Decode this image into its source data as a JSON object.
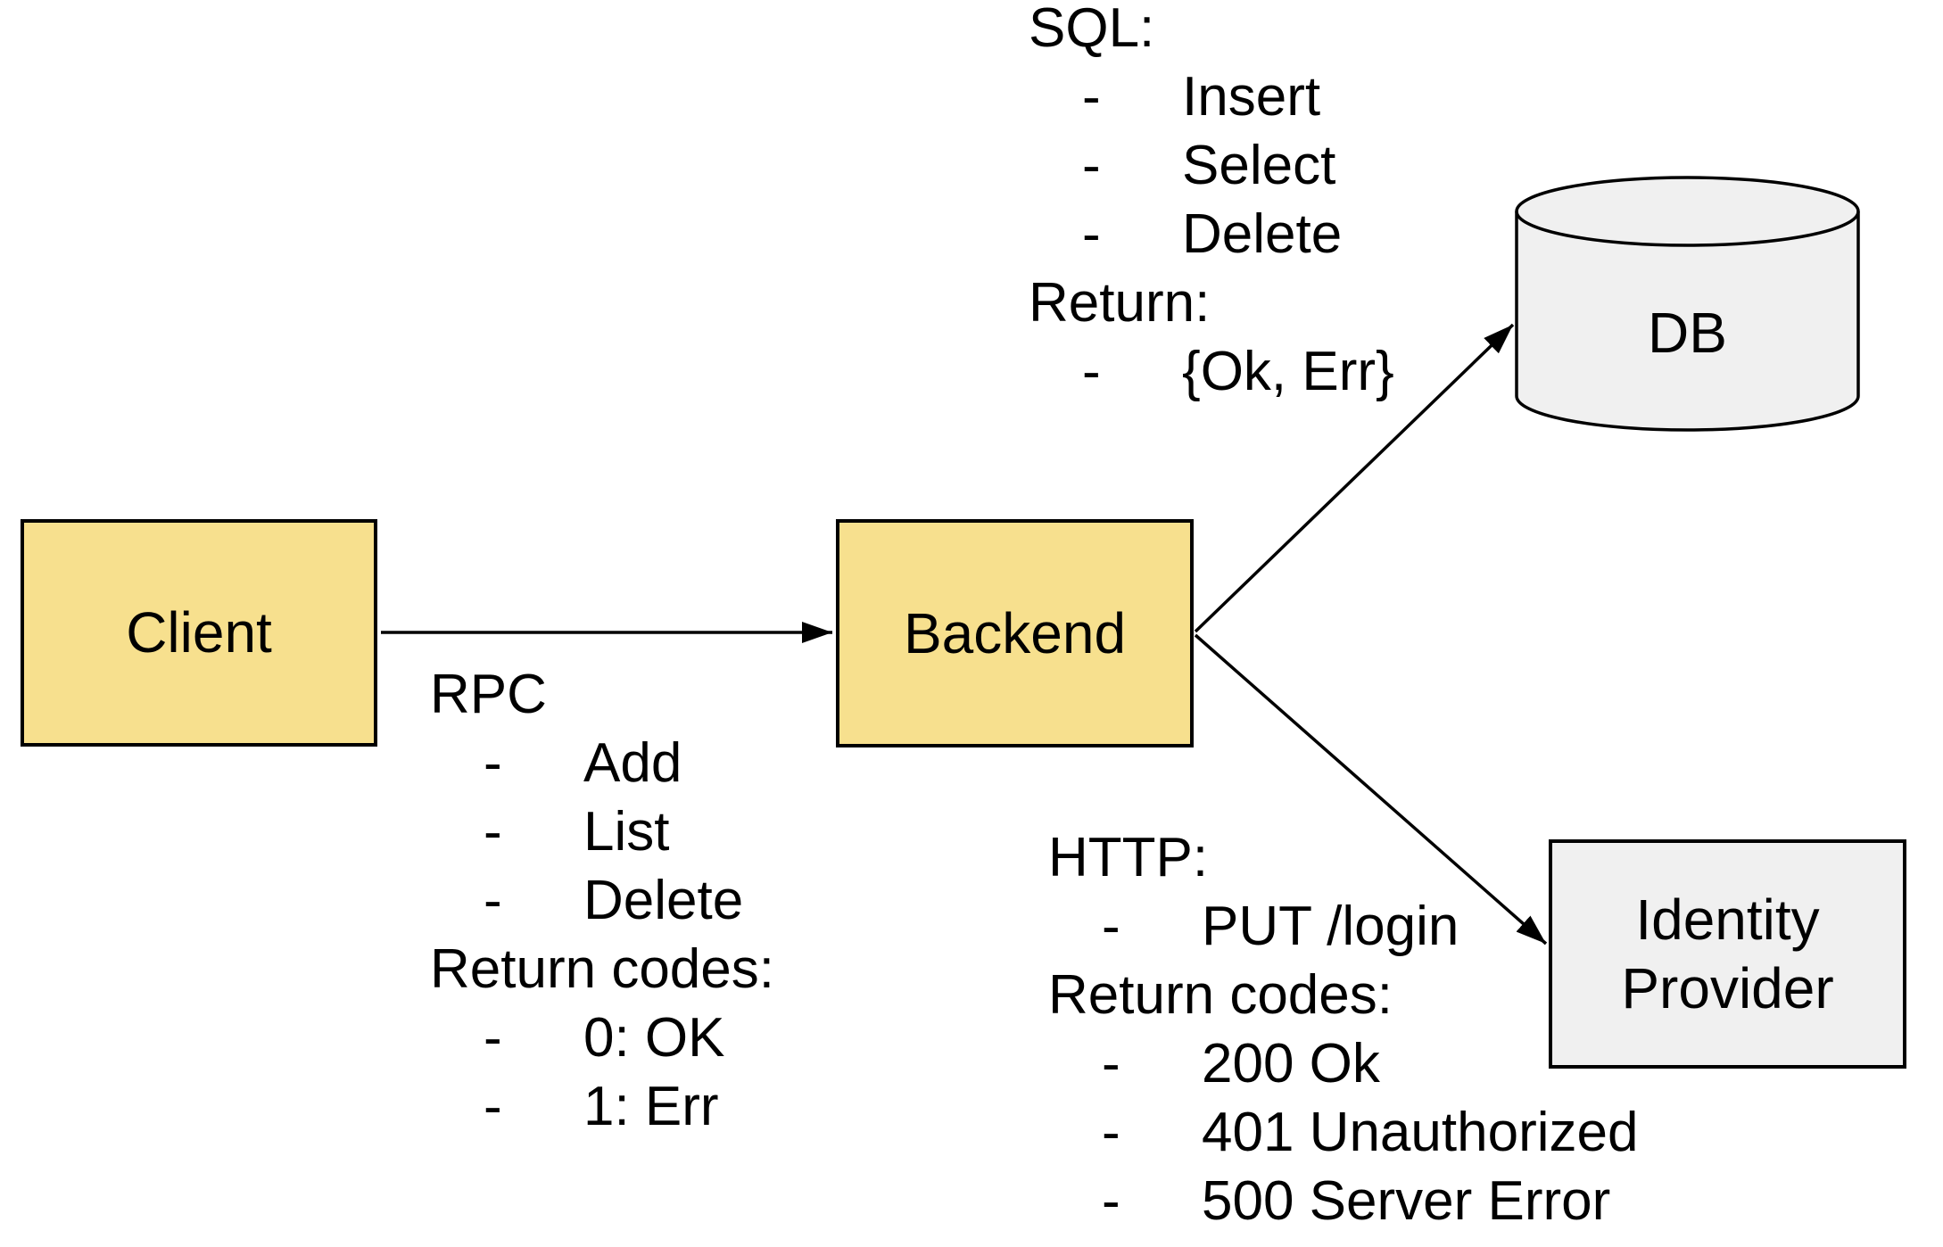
{
  "colors": {
    "background": "#ffffff",
    "node_yellow": "#f7e08e",
    "node_gray": "#f0f0f0",
    "stroke": "#000000",
    "text": "#000000"
  },
  "nodes": {
    "client": {
      "label": "Client"
    },
    "backend": {
      "label": "Backend"
    },
    "db": {
      "label": "DB"
    },
    "identity_provider": {
      "label": "Identity Provider"
    }
  },
  "edges": [
    {
      "from": "Client",
      "to": "Backend"
    },
    {
      "from": "Backend",
      "to": "DB"
    },
    {
      "from": "Backend",
      "to": "Identity Provider"
    }
  ],
  "annotations": {
    "sql": {
      "lines": [
        {
          "text": "SQL:"
        },
        {
          "text": "Insert",
          "bullet": true
        },
        {
          "text": "Select",
          "bullet": true
        },
        {
          "text": "Delete",
          "bullet": true
        },
        {
          "text": "Return:"
        },
        {
          "text": "{Ok, Err}",
          "bullet": true
        }
      ]
    },
    "rpc": {
      "lines": [
        {
          "text": "RPC"
        },
        {
          "text": "Add",
          "bullet": true
        },
        {
          "text": "List",
          "bullet": true
        },
        {
          "text": "Delete",
          "bullet": true
        },
        {
          "text": "Return codes:"
        },
        {
          "text": "0: OK",
          "bullet": true
        },
        {
          "text": "1: Err",
          "bullet": true
        }
      ]
    },
    "http": {
      "lines": [
        {
          "text": "HTTP:"
        },
        {
          "text": "PUT /login",
          "bullet": true
        },
        {
          "text": "Return codes:"
        },
        {
          "text": "200 Ok",
          "bullet": true
        },
        {
          "text": "401 Unauthorized",
          "bullet": true
        },
        {
          "text": "500 Server Error",
          "bullet": true
        }
      ]
    }
  }
}
